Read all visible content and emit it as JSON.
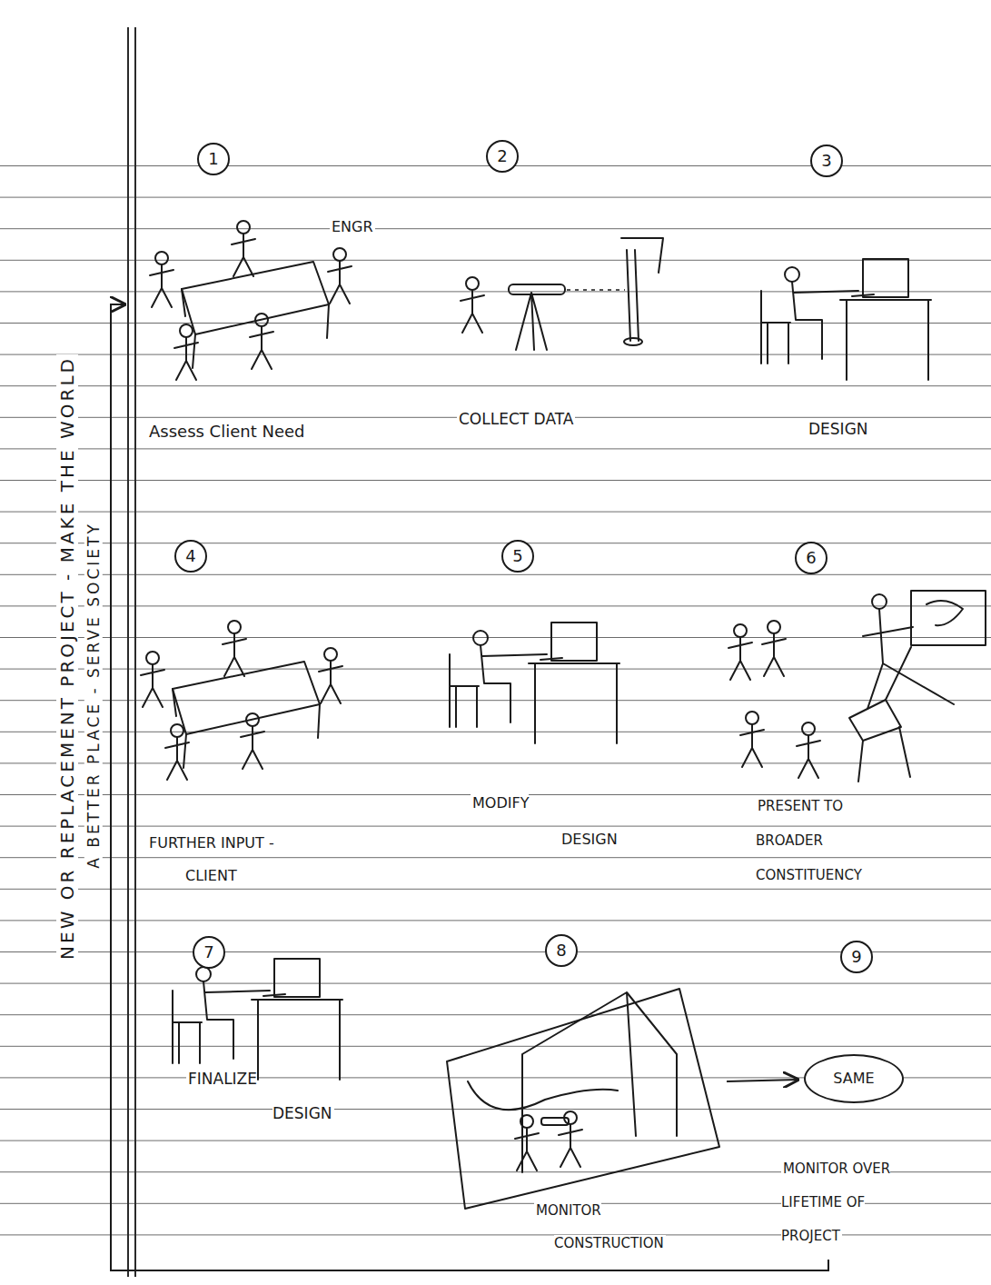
{
  "diagram": {
    "nodes": [
      {
        "text": [
          "1"
        ]
      },
      {
        "text": [
          "2"
        ]
      },
      {
        "text": [
          "3"
        ]
      },
      {
        "text": [
          "4"
        ]
      },
      {
        "text": [
          "5"
        ]
      },
      {
        "text": [
          "6"
        ]
      },
      {
        "text": [
          "7"
        ]
      },
      {
        "text": [
          "8"
        ]
      },
      {
        "text": [
          "9"
        ]
      },
      {
        "text": [
          "SAME"
        ]
      }
    ],
    "labels": [
      "ENGR",
      "Assess Client Need",
      "COLLECT DATA",
      "DESIGN",
      "FURTHER INPUT - CLIENT",
      "MODIFY DESIGN",
      "PRESENT TO BROADER CONSTITUENCY",
      "FINALIZE DESIGN",
      "MONITOR CONSTRUCTION",
      "MONITOR OVER LIFETIME OF PROJECT",
      "NEW OR REPLACEMENT PROJECT - MAKE THE WORLD",
      "A BETTER PLACE - SERVE SOCIETY"
    ]
  }
}
